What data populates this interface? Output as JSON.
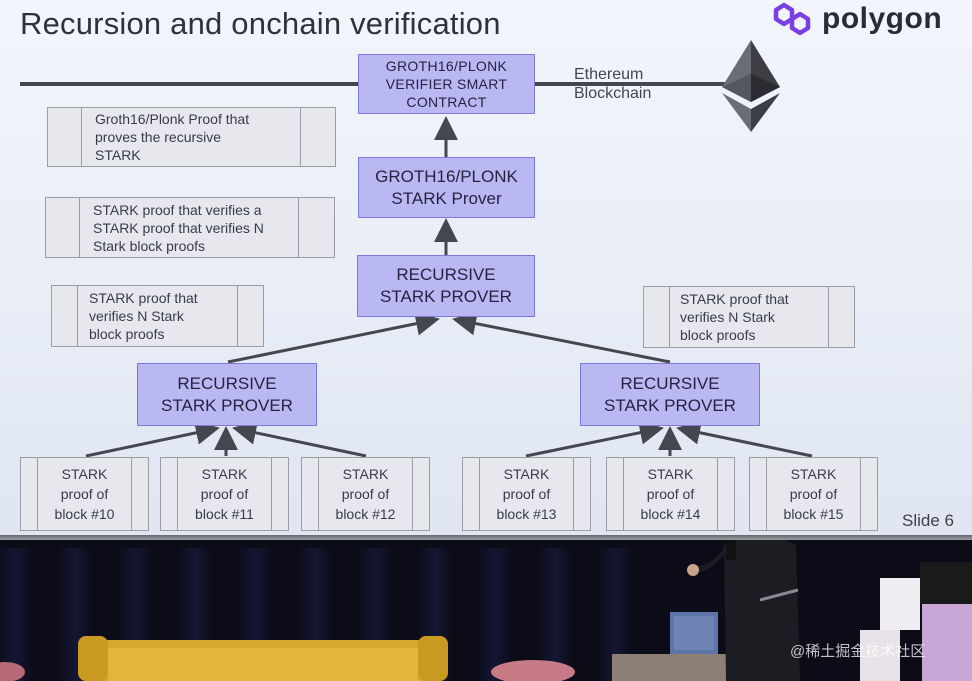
{
  "slide": {
    "title": "Recursion and onchain verification",
    "logo_text": "polygon",
    "ethereum_label_1": "Ethereum",
    "ethereum_label_2": "Blockchain",
    "slide_number": "Slide 6",
    "nodes": {
      "verifier": [
        "GROTH16/PLONK",
        "VERIFIER SMART",
        "CONTRACT"
      ],
      "groth_prover": [
        "GROTH16/PLONK",
        "STARK Prover"
      ],
      "recursive_top": [
        "RECURSIVE",
        "STARK PROVER"
      ],
      "recursive_left": [
        "RECURSIVE",
        "STARK PROVER"
      ],
      "recursive_right": [
        "RECURSIVE",
        "STARK PROVER"
      ]
    },
    "notes": {
      "groth_proof": [
        "Groth16/Plonk Proof that",
        "proves the recursive",
        "STARK"
      ],
      "stark_verifies_stark": [
        "STARK proof that verifies a",
        "STARK proof that verifies N",
        "Stark block proofs"
      ],
      "left_stark": [
        "STARK proof that",
        "verifies N Stark",
        "block proofs"
      ],
      "right_stark": [
        "STARK proof that",
        "verifies N Stark",
        "block proofs"
      ]
    },
    "blocks": [
      [
        "STARK",
        "proof of",
        "block #10"
      ],
      [
        "STARK",
        "proof of",
        "block #11"
      ],
      [
        "STARK",
        "proof of",
        "block #12"
      ],
      [
        "STARK",
        "proof of",
        "block #13"
      ],
      [
        "STARK",
        "proof of",
        "block #14"
      ],
      [
        "STARK",
        "proof of",
        "block #15"
      ]
    ]
  },
  "watermark": "@稀土掘金技术社区",
  "colors": {
    "node_fill": "#b9b8f3",
    "node_border": "#7a7bd8",
    "slide_bg": "#eef2f9",
    "line": "#45474e",
    "logo": "#7b3fe4"
  },
  "icons": [
    "polygon-logo-icon",
    "ethereum-logo-icon",
    "presenter-figure",
    "sofa",
    "stage-cube"
  ]
}
